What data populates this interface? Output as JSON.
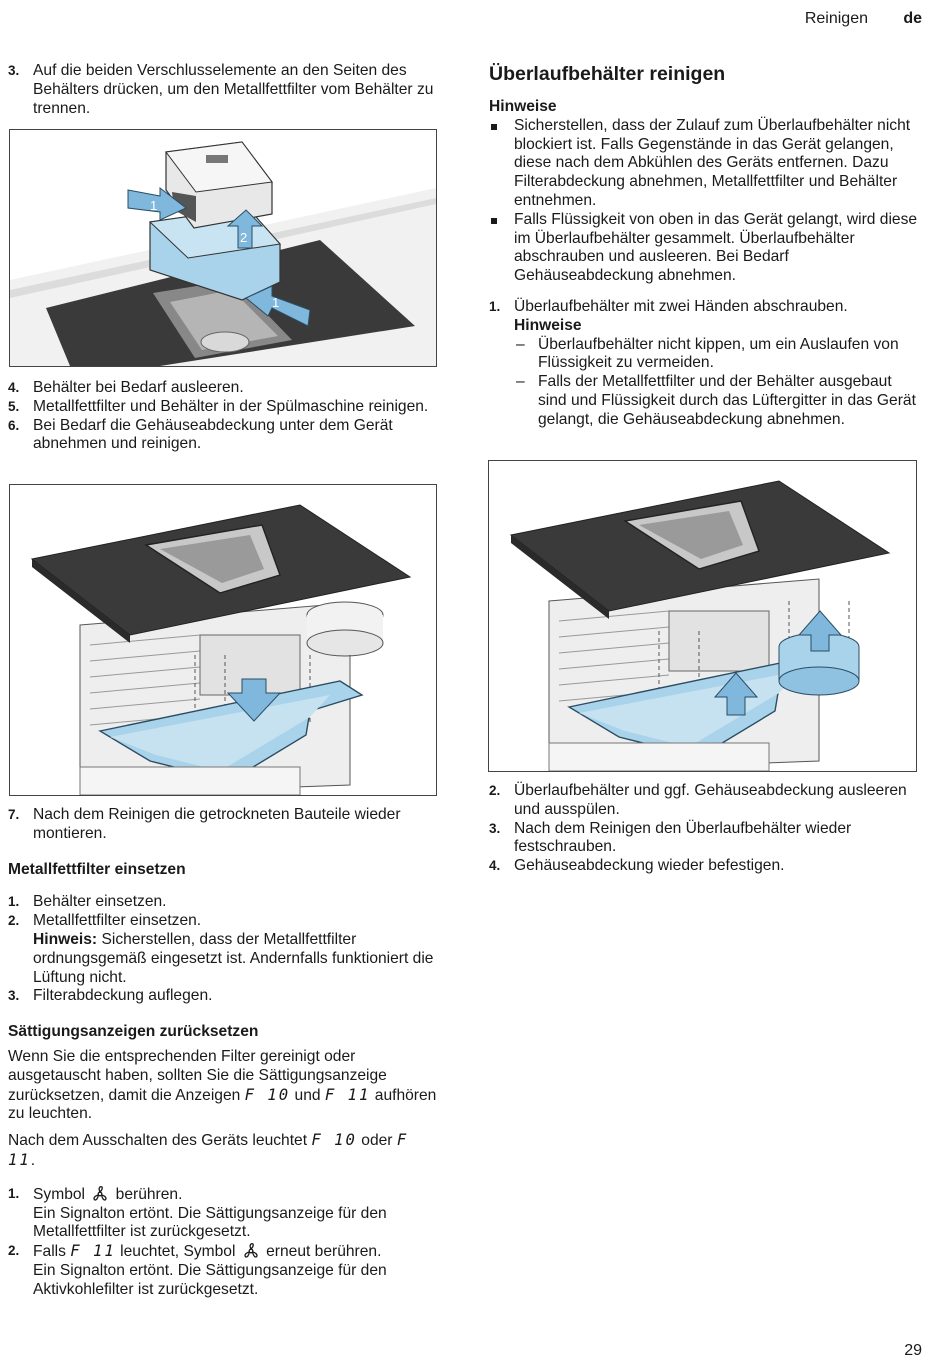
{
  "header": {
    "section": "Reinigen",
    "lang": "de"
  },
  "page_number": "29",
  "left_top": {
    "steps": [
      {
        "num": "3.",
        "text": "Auf die beiden Verschlusselemente an den Seiten des Behälters drücken, um den Metallfettfilter vom Behälter zu trennen."
      }
    ]
  },
  "figure1": {
    "labels": [
      "1",
      "2",
      "1"
    ]
  },
  "left_mid": {
    "steps": [
      {
        "num": "4.",
        "text": "Behälter bei Bedarf ausleeren."
      },
      {
        "num": "5.",
        "text": "Metallfettfilter und Behälter in der Spülmaschine reinigen."
      },
      {
        "num": "6.",
        "text": "Bei Bedarf die Gehäuseabdeckung unter dem Gerät abnehmen und reinigen."
      }
    ]
  },
  "left_bottom": {
    "step7": {
      "num": "7.",
      "text": "Nach dem Reinigen die getrockneten Bauteile wieder montieren."
    },
    "insert_heading": "Metallfettfilter einsetzen",
    "insert_steps": [
      {
        "num": "1.",
        "text": "Behälter einsetzen."
      },
      {
        "num": "2.",
        "text": "Metallfettfilter einsetzen.",
        "note_label": "Hinweis:",
        "note_text": " Sicherstellen, dass der Metallfettfilter ordnungsgemäß eingesetzt ist. Andernfalls funktioniert die Lüftung nicht."
      },
      {
        "num": "3.",
        "text": "Filterabdeckung auflegen."
      }
    ],
    "reset_heading": "Sättigungsanzeigen zurücksetzen",
    "reset_para1_a": "Wenn Sie die entsprechenden Filter gereinigt oder ausgetauscht haben, sollten Sie die Sättigungsanzeige zurücksetzen, damit die Anzeigen ",
    "display_f10": "F 10",
    "reset_para1_b": " und ",
    "display_f11": "F 11",
    "reset_para1_c": " aufhören zu leuchten.",
    "reset_para2_a": "Nach dem Ausschalten des Geräts leuchtet ",
    "reset_para2_b": " oder ",
    "reset_para2_c": ".",
    "reset_step1_num": "1.",
    "reset_step1_a": "Symbol ",
    "reset_step1_b": " berühren.",
    "reset_step1_c": "Ein Signalton ertönt. Die Sättigungsanzeige für den Metallfettfilter ist zurückgesetzt.",
    "reset_step2_num": "2.",
    "reset_step2_a": "Falls ",
    "reset_step2_b": " leuchtet, Symbol ",
    "reset_step2_c": " erneut berühren.",
    "reset_step2_d": "Ein Signalton ertönt. Die Sättigungsanzeige für den Aktivkohlefilter ist zurückgesetzt."
  },
  "right_top": {
    "heading": "Überlaufbehälter reinigen",
    "hinweise": "Hinweise",
    "bullets": [
      "Sicherstellen, dass der Zulauf zum Überlaufbehälter nicht blockiert ist. Falls Gegenstände in das Gerät gelangen, diese nach dem Abkühlen des Geräts entfernen. Dazu Filterabdeckung abnehmen, Metallfettfilter und Behälter entnehmen.",
      "Falls Flüssigkeit von oben in das Gerät gelangt, wird diese im Überlaufbehälter gesammelt. Überlaufbehälter abschrauben und ausleeren. Bei Bedarf Gehäuseabdeckung abnehmen."
    ],
    "step1": {
      "num": "1.",
      "text": "Überlaufbehälter mit zwei Händen abschrauben."
    },
    "step1_hinweise": "Hinweise",
    "dashes": [
      "Überlaufbehälter nicht kippen, um ein Auslaufen von Flüssigkeit zu vermeiden.",
      "Falls der Metallfettfilter und der Behälter ausgebaut sind und Flüssigkeit durch das Lüftergitter in das Gerät gelangt, die Gehäuseabdeckung abnehmen."
    ]
  },
  "right_bottom": {
    "steps": [
      {
        "num": "2.",
        "text": "Überlaufbehälter und ggf. Gehäuseabdeckung ausleeren und ausspülen."
      },
      {
        "num": "3.",
        "text": "Nach dem Reinigen den Überlaufbehälter wieder festschrauben."
      },
      {
        "num": "4.",
        "text": "Gehäuseabdeckung wieder befestigen."
      }
    ]
  },
  "colors": {
    "accent_blue": "#a9d3ea",
    "arrow_blue": "#7fb8dc",
    "hob_dark": "#3a3a3a"
  }
}
